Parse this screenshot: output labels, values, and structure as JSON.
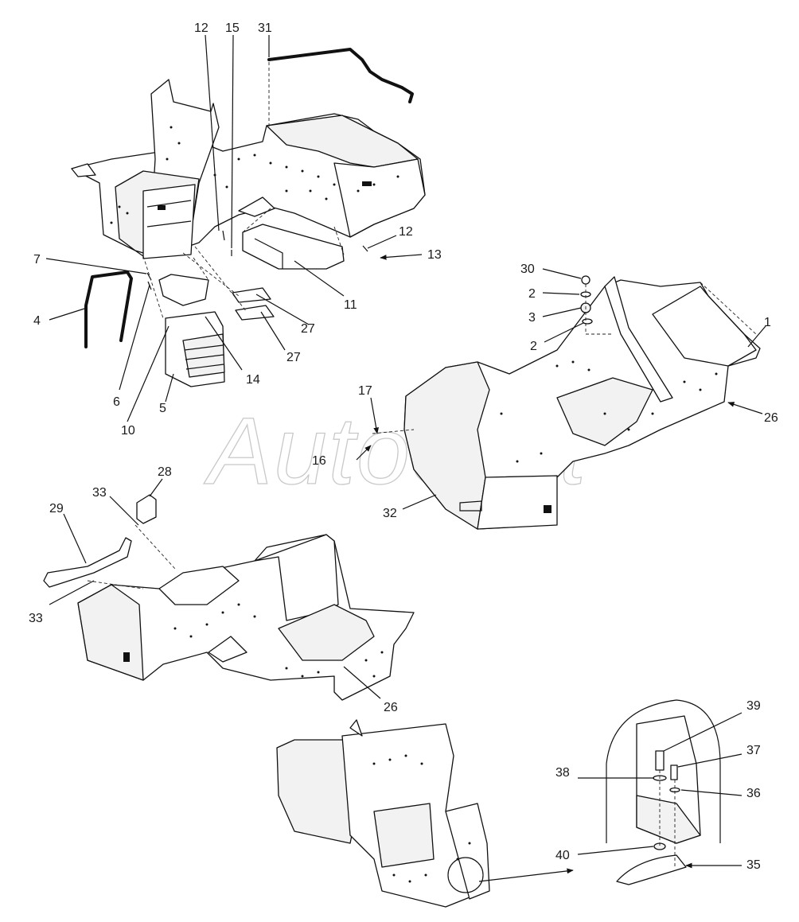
{
  "watermark": "AutoSoft",
  "callouts": [
    "12",
    "15",
    "31",
    "7",
    "4",
    "6",
    "10",
    "5",
    "14",
    "27",
    "27",
    "11",
    "12",
    "13",
    "30",
    "2",
    "3",
    "2",
    "1",
    "26",
    "17",
    "16",
    "32",
    "28",
    "33",
    "29",
    "33",
    "26",
    "39",
    "37",
    "38",
    "36",
    "40",
    "35"
  ],
  "colors": {
    "line": "#111111",
    "watermark": "#c9c9c9",
    "background": "#ffffff"
  },
  "icons": [
    "arrow-icon"
  ]
}
